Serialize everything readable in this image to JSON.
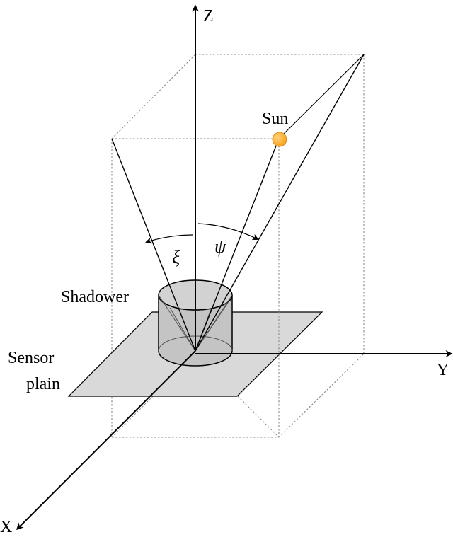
{
  "labels": {
    "z_axis": "Z",
    "y_axis": "Y",
    "x_axis": "X",
    "sun": "Sun",
    "shadower": "Shadower",
    "sensor_line1": "Sensor",
    "sensor_line2": "plain",
    "xi": "ξ",
    "psi": "ψ"
  },
  "colors": {
    "sun_fill": "#f7a21b",
    "sun_highlight": "#ffd37a",
    "sensor_fill": "#d9d9d9",
    "cylinder_fill": "#c4c4c4",
    "cylinder_top": "#d2d2d2",
    "box_lines": "#8a8a8a"
  }
}
